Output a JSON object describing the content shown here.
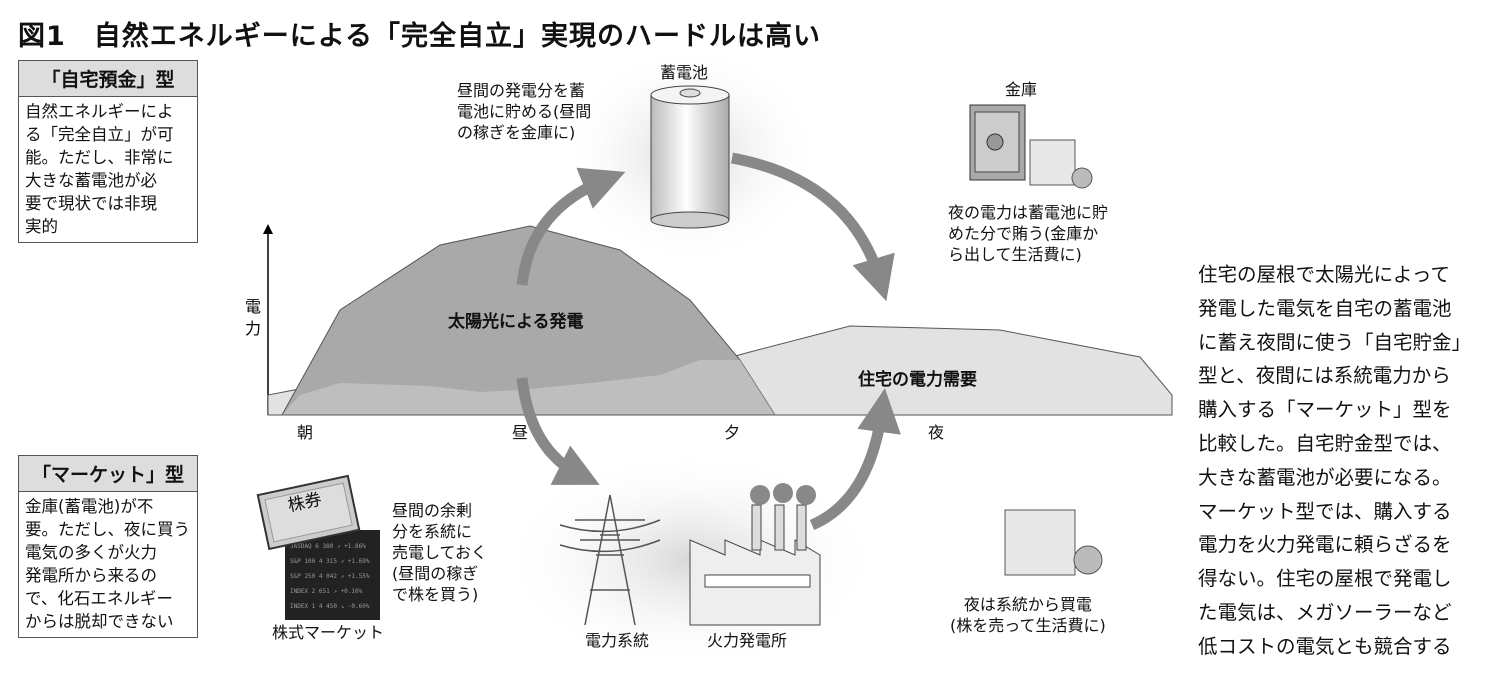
{
  "title": "図1　自然エネルギーによる「完全自立」実現のハードルは高い",
  "box_home_savings": {
    "header": "「自宅預金」型",
    "lines": [
      "自然エネルギーによ",
      "る「完全自立」が可",
      "能。ただし、非常に",
      "大きな蓄電池が必",
      "要で現状では非現",
      "実的"
    ]
  },
  "box_market": {
    "header": "「マーケット」型",
    "lines": [
      "金庫(蓄電池)が不",
      "要。ただし、夜に買う",
      "電気の多くが火力",
      "発電所から来るの",
      "で、化石エネルギー",
      "からは脱却できない"
    ]
  },
  "chart": {
    "y_axis_label": "電力",
    "time_labels": [
      "朝",
      "昼",
      "夕",
      "夜"
    ],
    "solar_label": "太陽光による発電",
    "demand_label": "住宅の電力需要"
  },
  "battery": {
    "label": "蓄電池",
    "note": [
      "昼間の発電分を蓄",
      "電池に貯める(昼間",
      "の稼ぎを金庫に)"
    ]
  },
  "safe": {
    "label": "金庫",
    "note": [
      "夜の電力は蓄電池に貯",
      "めた分で賄う(金庫か",
      "ら出して生活費に)"
    ]
  },
  "stock": {
    "card_label": "株券",
    "label": "株式マーケット",
    "note": [
      "昼間の余剰",
      "分を系統に",
      "売電しておく",
      "(昼間の稼ぎ",
      "で株を買う)"
    ]
  },
  "grid": {
    "label": "電力系統"
  },
  "plant": {
    "label": "火力発電所"
  },
  "night_buy": {
    "note": [
      "夜は系統から買電",
      "(株を売って生活費に)"
    ]
  },
  "side_text": [
    "住宅の屋根で太陽光によって",
    "発電した電気を自宅の蓄電池",
    "に蓄え夜間に使う「自宅貯金」",
    "型と、夜間には系統電力から",
    "購入する「マーケット」型を",
    "比較した。自宅貯金型では、",
    "大きな蓄電池が必要になる。",
    "マーケット型では、購入する",
    "電力を火力発電に頼らざるを",
    "得ない。住宅の屋根で発電し",
    "た電気は、メガソーラーなど",
    "低コストの電気とも競合する"
  ]
}
